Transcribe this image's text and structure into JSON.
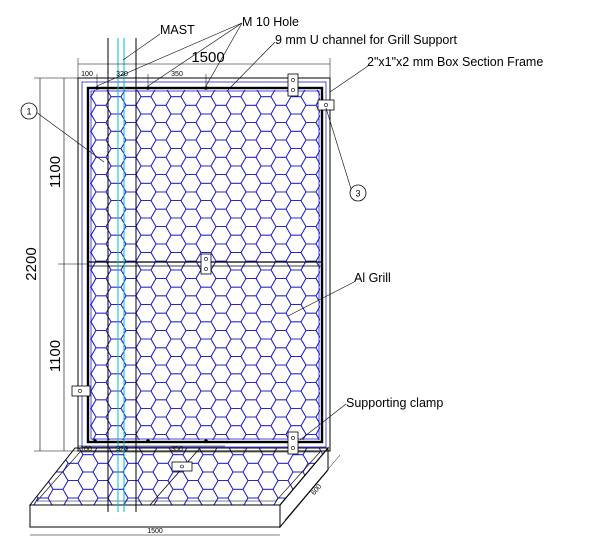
{
  "labels": {
    "mast": "MAST",
    "m10_hole": "M 10 Hole",
    "u_channel": "9 mm U channel for Grill Support",
    "box_frame": "2\"x1\"x2 mm Box Section Frame",
    "al_grill": "Al Grill",
    "clamp": "Supporting clamp"
  },
  "dimensions": {
    "width": "1500",
    "height": "2200",
    "upper_half": "1100",
    "lower_half": "1100",
    "top_100": "100",
    "top_320": "320",
    "top_350": "350",
    "bottom_100": "100",
    "bottom_320": "320",
    "bottom_350": "350",
    "base_width": "1500",
    "base_depth": "600"
  },
  "callouts": [
    "1",
    "3"
  ],
  "colors": {
    "grill": "#2222cc",
    "mast": "#00bcd4",
    "lines": "#000000"
  }
}
